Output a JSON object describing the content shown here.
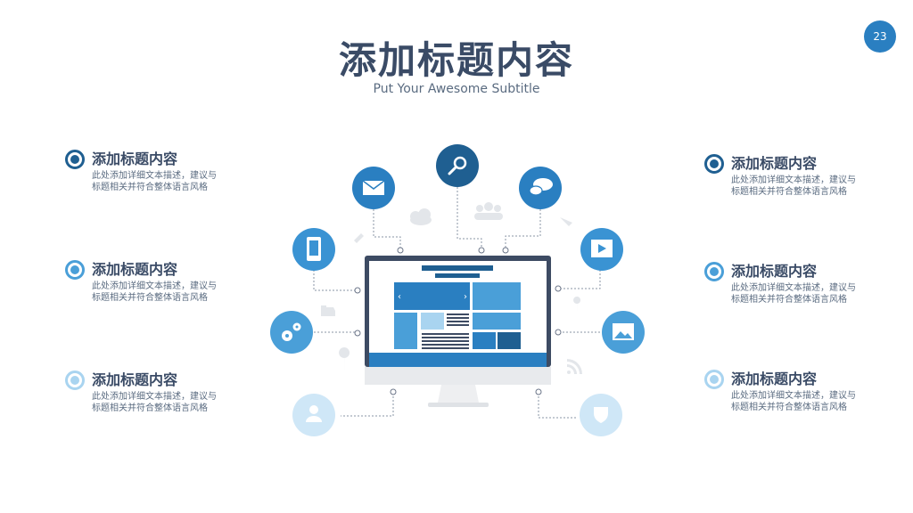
{
  "page_number": "23",
  "title": "添加标题内容",
  "subtitle": "Put Your Awesome Subtitle",
  "left_items": [
    {
      "heading": "添加标题内容",
      "description": "此处添加详细文本描述，建议与标题相关并符合整体语言风格"
    },
    {
      "heading": "添加标题内容",
      "description": "此处添加详细文本描述，建议与标题相关并符合整体语言风格"
    },
    {
      "heading": "添加标题内容",
      "description": "此处添加详细文本描述，建议与标题相关并符合整体语言风格"
    }
  ],
  "right_items": [
    {
      "heading": "添加标题内容",
      "description": "此处添加详细文本描述，建议与标题相关并符合整体语言风格"
    },
    {
      "heading": "添加标题内容",
      "description": "此处添加详细文本描述，建议与标题相关并符合整体语言风格"
    },
    {
      "heading": "添加标题内容",
      "description": "此处添加详细文本描述，建议与标题相关并符合整体语言风格"
    }
  ],
  "icons": [
    "mail-icon",
    "search-icon",
    "chat-icon",
    "mobile-icon",
    "video-icon",
    "gears-icon",
    "image-icon",
    "user-icon",
    "shield-icon"
  ],
  "colors": {
    "dark_blue": "#1f5f91",
    "mid_blue": "#2a7fc1",
    "blue": "#4a9fd8",
    "light_blue": "#a9d4f0",
    "pale_blue": "#d3eaf8",
    "navy": "#3a4b66"
  }
}
